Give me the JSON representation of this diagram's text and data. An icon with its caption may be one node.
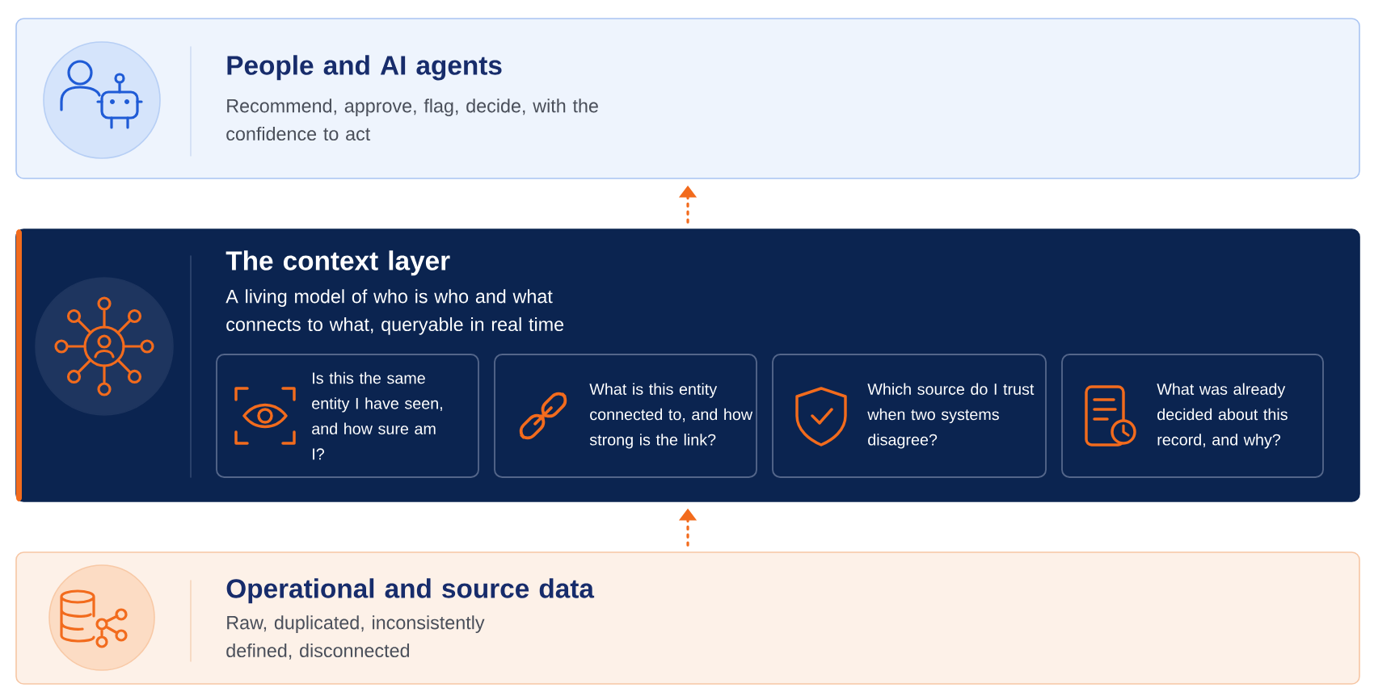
{
  "diagram": {
    "nodes": [
      {
        "text": [
          "People and AI agents",
          "Recommend, approve, flag, decide, with the confidence to act"
        ]
      },
      {
        "text": [
          "The context layer",
          "A living model of who is who and what connects to what, queryable in real time"
        ]
      },
      {
        "text": [
          "Is this the same entity I have seen, and how sure am I?"
        ],
        "in": 1
      },
      {
        "text": [
          "What is this entity connected to, and how strong is the link?"
        ],
        "in": 1
      },
      {
        "text": [
          "Which source do I trust when two systems disagree?"
        ],
        "in": 1
      },
      {
        "text": [
          "What was already decided about this record, and why?"
        ],
        "in": 1
      },
      {
        "text": [
          "Operational and source data",
          "Raw, duplicated, inconsistently defined, disconnected"
        ]
      }
    ],
    "edges": [
      {
        "from": 6,
        "to": 1,
        "arrow": "to"
      },
      {
        "from": 1,
        "to": 0,
        "arrow": "to"
      }
    ]
  }
}
